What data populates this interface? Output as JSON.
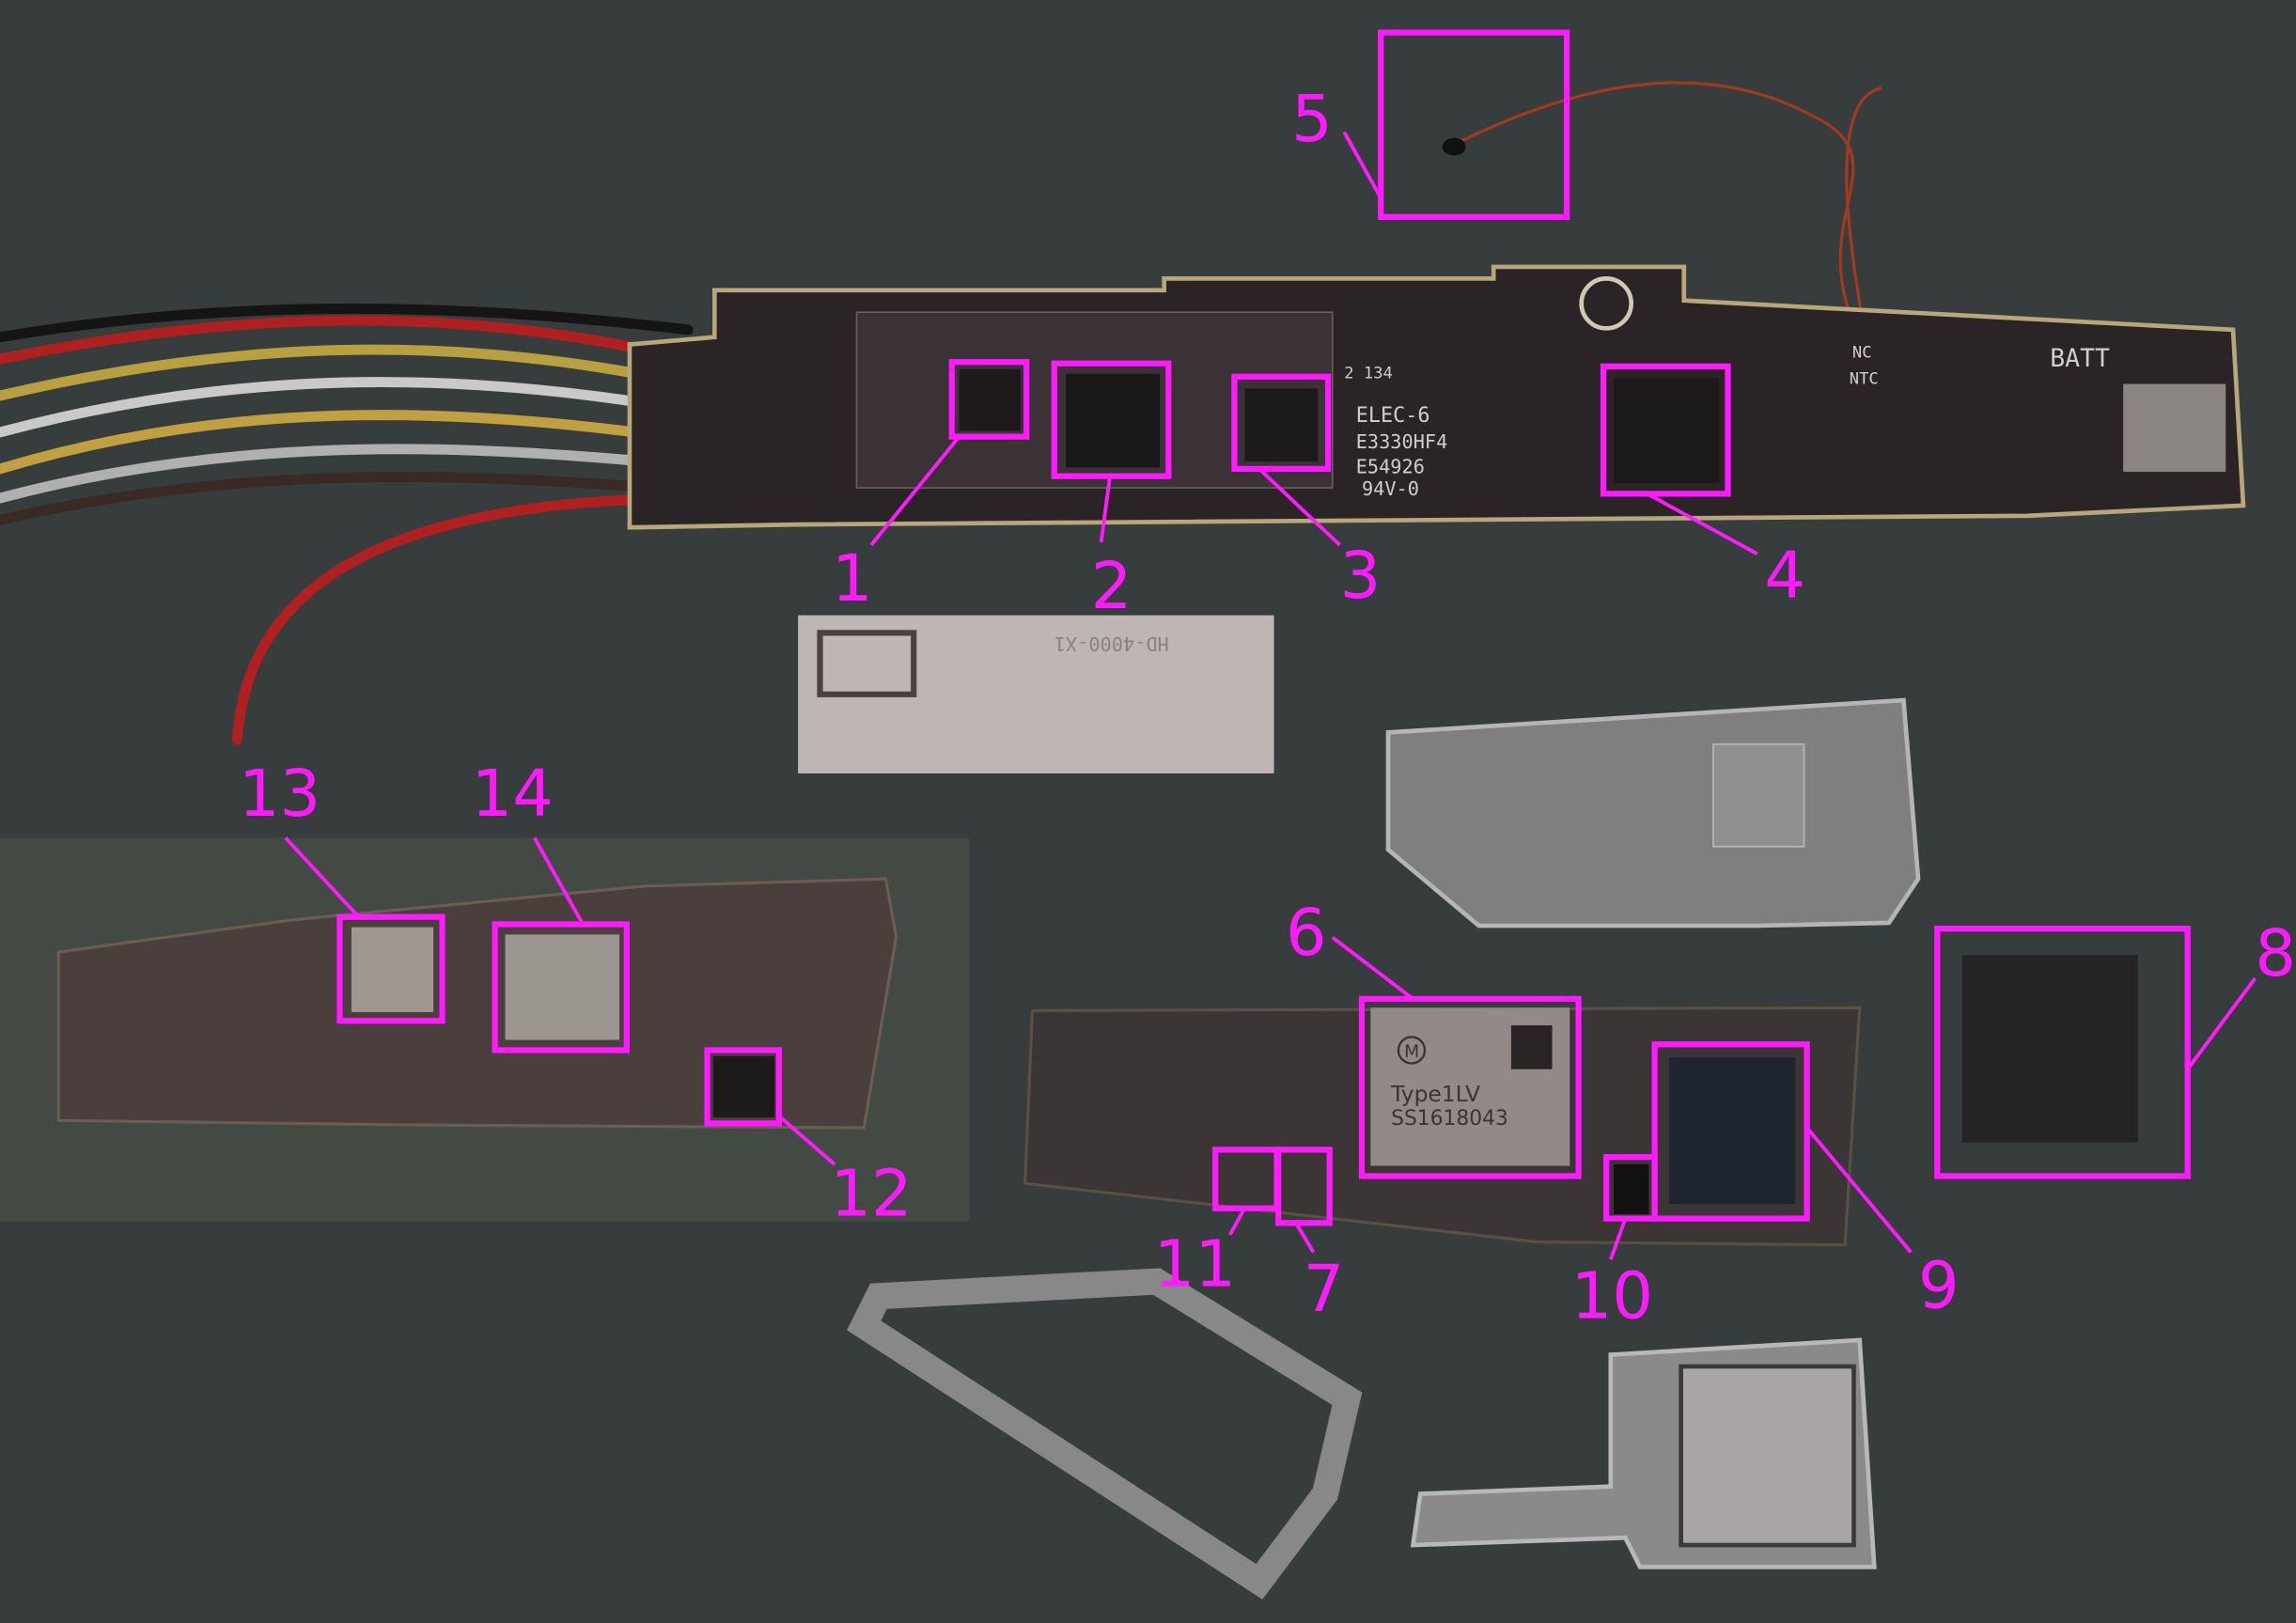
{
  "colors": {
    "annotation": "#ff1aff",
    "background": "#373d3c",
    "pcb": "#2a2325"
  },
  "callouts": [
    {
      "id": "1",
      "label": "1"
    },
    {
      "id": "2",
      "label": "2"
    },
    {
      "id": "3",
      "label": "3"
    },
    {
      "id": "4",
      "label": "4"
    },
    {
      "id": "5",
      "label": "5"
    },
    {
      "id": "6",
      "label": "6"
    },
    {
      "id": "7",
      "label": "7"
    },
    {
      "id": "8",
      "label": "8"
    },
    {
      "id": "9",
      "label": "9"
    },
    {
      "id": "10",
      "label": "10"
    },
    {
      "id": "11",
      "label": "11"
    },
    {
      "id": "12",
      "label": "12"
    },
    {
      "id": "13",
      "label": "13"
    },
    {
      "id": "14",
      "label": "14"
    }
  ],
  "pcb_markings": {
    "elec": "ELEC-6",
    "part": "E3330HF4",
    "ul": "E54926",
    "rating": "94V-0",
    "batt": "BATT",
    "ntc": "NTC",
    "nc": "NC",
    "num": "2 134",
    "shield": "HD-4000-X1"
  },
  "module": {
    "line1": "Type1LV",
    "line2": "SS1618043",
    "logo": "M"
  }
}
